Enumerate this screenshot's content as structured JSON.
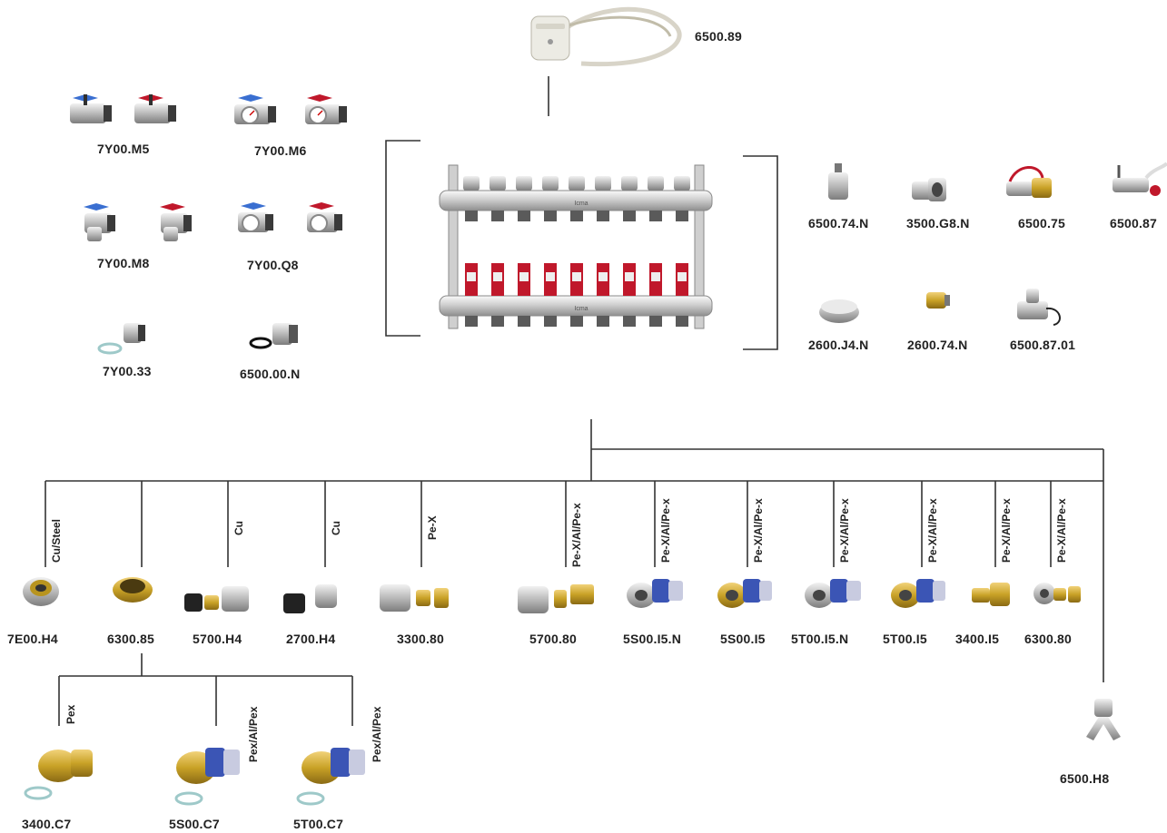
{
  "labels": {
    "actuator": "6500.89",
    "valve_m5": "7Y00.M5",
    "valve_m6": "7Y00.M6",
    "valve_m8": "7Y00.M8",
    "valve_q8": "7Y00.Q8",
    "adapter_33": "7Y00.33",
    "nipple_00n": "6500.00.N",
    "air_vent": "6500.74.N",
    "elbow": "3500.G8.N",
    "drain_75": "6500.75",
    "drain_87": "6500.87",
    "end_cap": "2600.J4.N",
    "plug_74": "2600.74.N",
    "drain_8701": "6500.87.01",
    "c_7e00": "7E00.H4",
    "c_6300_85": "6300.85",
    "c_5700_h4": "5700.H4",
    "c_2700_h4": "2700.H4",
    "c_3300_80": "3300.80",
    "c_5700_80": "5700.80",
    "c_5s00_15n": "5S00.I5.N",
    "c_5s00_15": "5S00.I5",
    "c_5t00_15n": "5T00.I5.N",
    "c_5t00_15": "5T00.I5",
    "c_3400_15": "3400.I5",
    "c_6300_80": "6300.80",
    "c_3400_c7": "3400.C7",
    "c_5s00_c7": "5S00.C7",
    "c_5t00_c7": "5T00.C7",
    "c_6500_h8": "6500.H8"
  },
  "pipe_types": {
    "cu_steel": "Cu/Steel",
    "cu_1": "Cu",
    "cu_2": "Cu",
    "pe_x": "Pe-X",
    "pexalpex_1": "Pe-X/Al/Pe-x",
    "pexalpex_2": "Pe-X/Al/Pe-x",
    "pexalpex_3": "Pe-X/Al/Pe-x",
    "pexalpex_4": "Pe-X/Al/Pe-x",
    "pexalpex_5": "Pe-X/Al/Pe-x",
    "pexalpex_6": "Pe-X/Al/Pe-x",
    "pexalpex_7": "Pe-X/Al/Pe-x",
    "pex": "Pex",
    "pex_al_pex_1": "Pex/Al/Pex",
    "pex_al_pex_2": "Pex/Al/Pex"
  },
  "manifold_brand": "Icma",
  "colors": {
    "line": "#333333",
    "chrome": "#c9c9c9",
    "brass": "#c9a227",
    "red_handle": "#c0182b",
    "blue_handle": "#3a6fd1",
    "blue_sleeve": "#3b55b5",
    "washer": "#9ec9c9"
  }
}
